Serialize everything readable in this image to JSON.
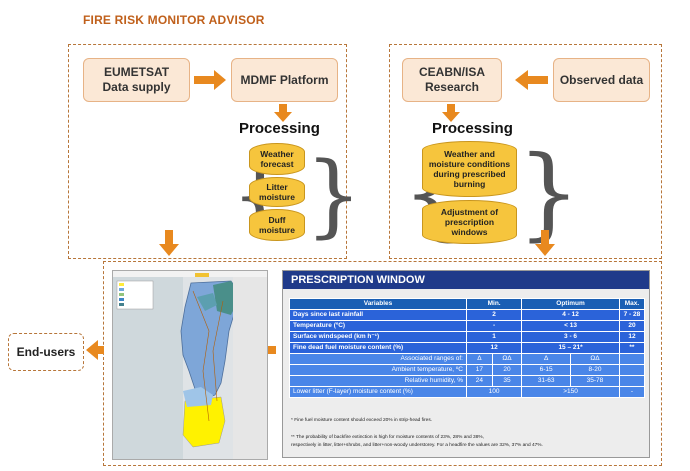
{
  "title": "FIRE RISK MONITOR ADVISOR",
  "left_panel": {
    "eumetsat": [
      "EUMETSAT",
      "Data supply"
    ],
    "mdmf": "MDMF Platform",
    "processing": "Processing",
    "items": [
      [
        "Weather",
        "forecast"
      ],
      [
        "Litter",
        "moisture"
      ],
      [
        "Duff",
        "moisture"
      ]
    ]
  },
  "right_panel": {
    "ceabn": [
      "CEABN/ISA",
      "Research"
    ],
    "observed": "Observed data",
    "processing": "Processing",
    "items": [
      [
        "Weather and",
        "moisture conditions",
        "during prescribed",
        "burning"
      ],
      [
        "Adjustment of",
        "prescription",
        "windows"
      ]
    ]
  },
  "end_users": "End-users",
  "prescription": {
    "title": "PRESCRIPTION WINDOW",
    "headers": [
      "Variables",
      "Min.",
      "Optimum",
      "Max."
    ],
    "rows": [
      [
        "Days since last rainfall",
        "2",
        "4 - 12",
        "7 - 28"
      ],
      [
        "Temperature (ºC)",
        "-",
        "< 13",
        "20"
      ],
      [
        "Surface windspeed (km h⁻¹)",
        "1",
        "3 - 6",
        "12"
      ],
      [
        "Fine dead fuel moisture content (%)",
        "12",
        "15 – 21*",
        "**"
      ]
    ],
    "sub_header": [
      "Associated ranges of:",
      "Δ",
      "ΩΔ",
      "Δ",
      "ΩΔ"
    ],
    "sub_rows": [
      [
        "Ambient temperature, ºC",
        "17",
        "20",
        "6-15",
        "8-20"
      ],
      [
        "Relative humidity, %",
        "24",
        "35",
        "31-63",
        "35-78"
      ]
    ],
    "last_row": [
      "Lower litter (F-layer) moisture content (%)",
      "100",
      ">150",
      "-"
    ],
    "notes": [
      "* Fine fuel moisture content should exceed 20% in strip-head fires.",
      "** The probability of backfire extinction is high for moisture contents of 23%, 28% and 38%,",
      "respectively in litter, litter+shrubs, and litter+non-woody understorey. For a headfire the values are 32%, 37% and 47%."
    ]
  },
  "colors": {
    "arrow": "#e8891f",
    "box_fill": "#fbe8d6",
    "cylinder": "#f6c53d",
    "table_blue": "#2b63d9"
  }
}
